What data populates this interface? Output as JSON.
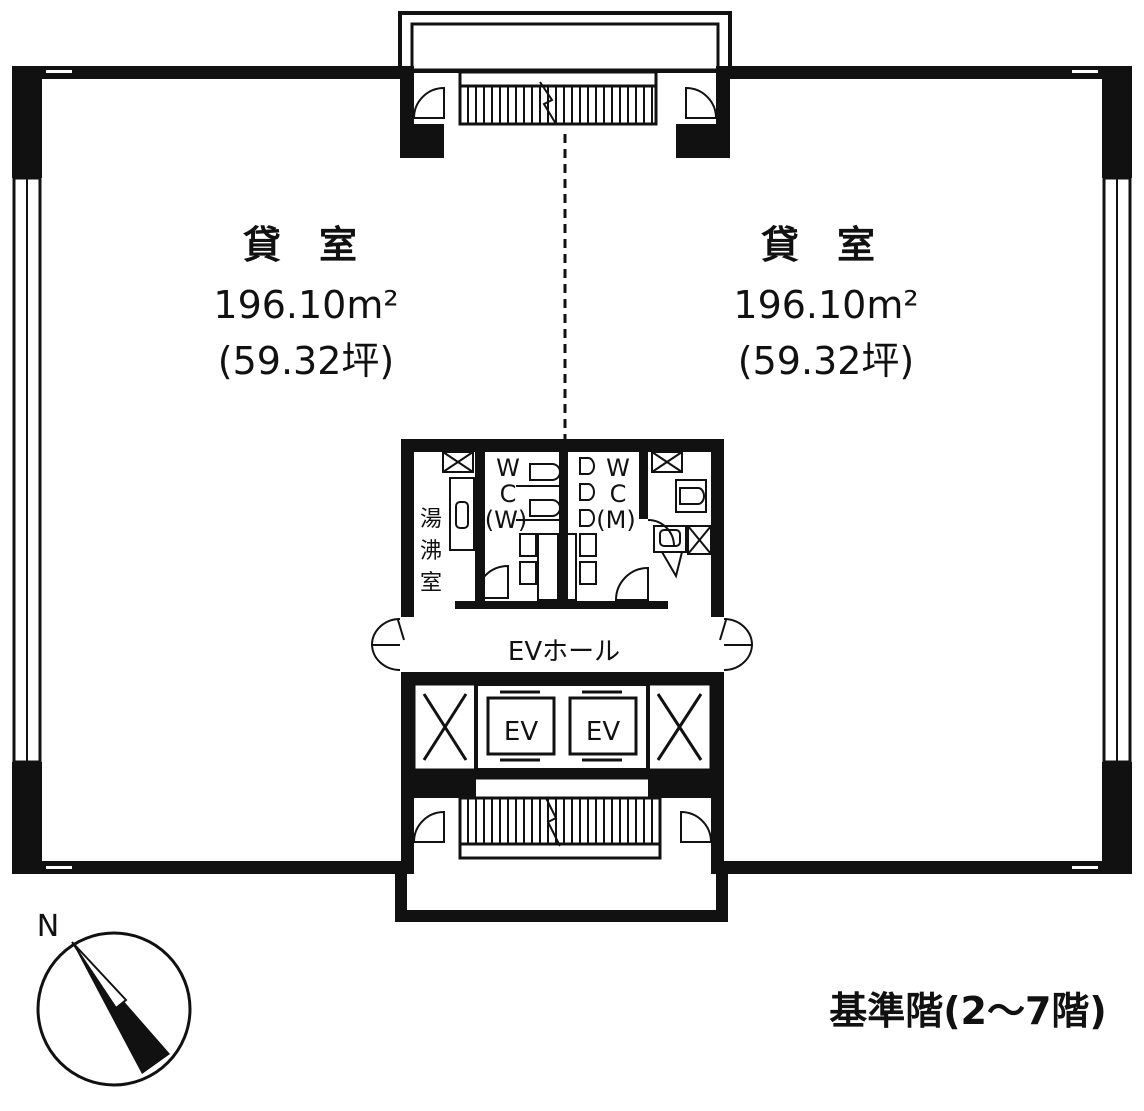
{
  "rooms": {
    "left": {
      "name": "貸　室",
      "area": "196.10m²",
      "tsubo": "(59.32坪)"
    },
    "right": {
      "name": "貸　室",
      "area": "196.10m²",
      "tsubo": "(59.32坪)"
    }
  },
  "core": {
    "wc_women": {
      "line1": "W",
      "line2": "C",
      "line3": "(W)"
    },
    "wc_men": {
      "line1": "W",
      "line2": "C",
      "line3": "(M)"
    },
    "kitchenette": {
      "line1": "湯",
      "line2": "沸",
      "line3": "室"
    },
    "ev_hall": "EVホール",
    "elevator_1": "EV",
    "elevator_2": "EV"
  },
  "compass": {
    "north_label": "N"
  },
  "floor_title": "基準階(2〜7階)"
}
